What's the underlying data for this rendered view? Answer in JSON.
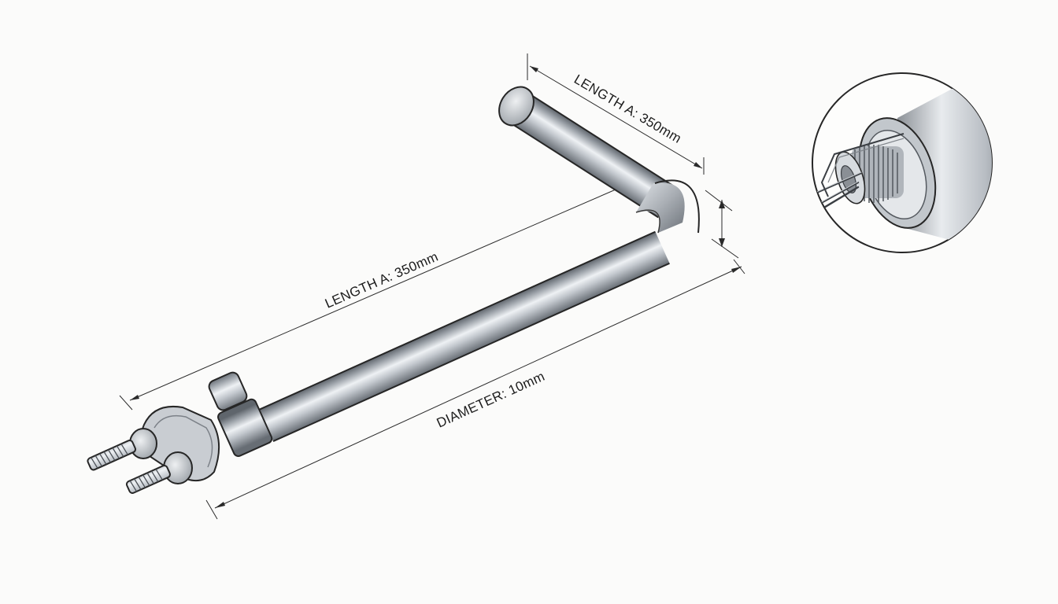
{
  "dimensions": {
    "length_a_upper": "LENGTH A: 350mm",
    "length_a_lower": "LENGTH A: 350mm",
    "diameter": "DIAMETER: 10mm"
  },
  "colors": {
    "background": "#fbfbfa",
    "steel_light": "#e9ecef",
    "steel_mid": "#b4b9bf",
    "steel_dark": "#6f757c",
    "outline": "#262626",
    "coil": "#8a8f95"
  }
}
